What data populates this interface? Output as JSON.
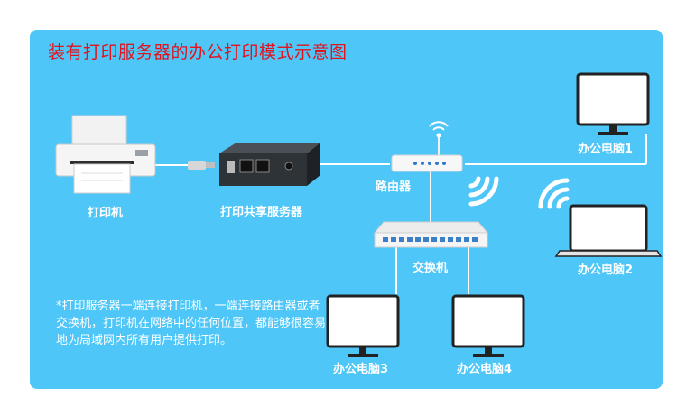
{
  "title": "装有打印服务器的办公打印模式示意图",
  "labels": {
    "printer": "打印机",
    "print_server": "打印共享服务器",
    "router": "路由器",
    "switch": "交换机",
    "pc1": "办公电脑1",
    "pc2": "办公电脑2",
    "pc3": "办公电脑3",
    "pc4": "办公电脑4"
  },
  "note": "*打印服务器一端连接打印机，一端连接路由器或者交换机，打印机在网络中的任何位置，都能够很容易地为局域网内所有用户提供打印。",
  "colors": {
    "panel": "#4ec6f8",
    "title": "#e2131d",
    "line": "#ffffff",
    "device_dark": "#2e3338"
  },
  "icons": [
    "printer-icon",
    "print-server-icon",
    "router-icon",
    "switch-icon",
    "monitor-icon",
    "laptop-icon",
    "wifi-icon"
  ]
}
